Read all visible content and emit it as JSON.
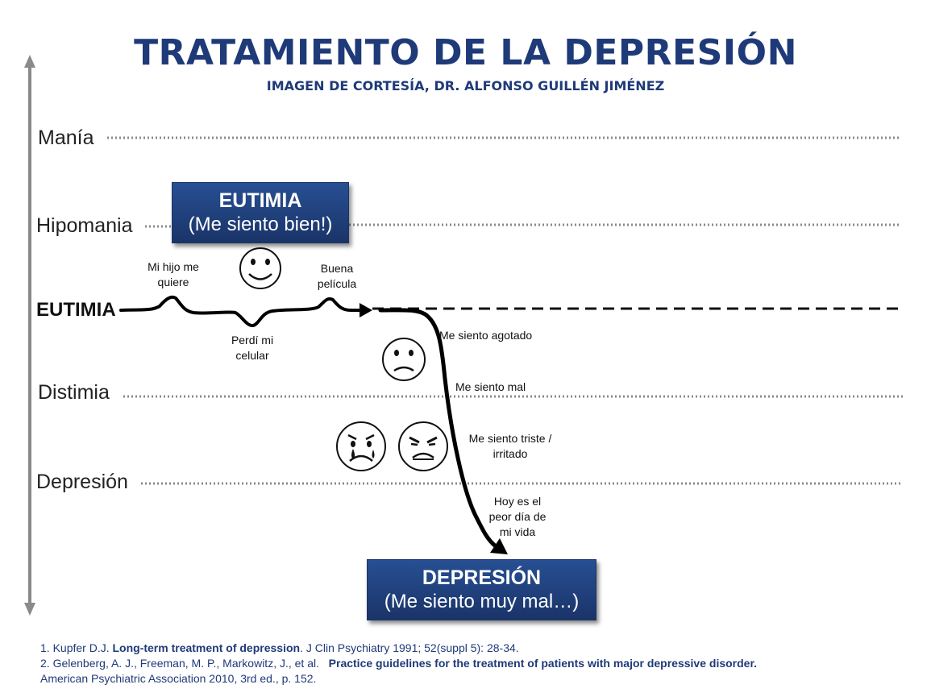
{
  "header": {
    "title": "TRATAMIENTO DE LA DEPRESIÓN",
    "subtitle": "IMAGEN DE CORTESÍA, DR. ALFONSO GUILLÉN JIMÉNEZ"
  },
  "levels": {
    "mania": "Manía",
    "hipomania": "Hipomania",
    "eutimia": "EUTIMIA",
    "distimia": "Distimia",
    "depresion": "Depresión"
  },
  "boxes": {
    "eutimia": {
      "title": "EUTIMIA",
      "caption": "(Me siento bien!)"
    },
    "depresion": {
      "title": "DEPRESIÓN",
      "caption": "(Me siento muy mal…)"
    }
  },
  "annotations": {
    "hijo_1": "Mi hijo me",
    "hijo_2": "quiere",
    "pelicula_1": "Buena",
    "pelicula_2": "película",
    "celular_1": "Perdí mi",
    "celular_2": "celular",
    "agotado": "Me siento agotado",
    "mal": "Me siento mal",
    "triste_1": "Me siento triste /",
    "triste_2": "irritado",
    "peor_1": "Hoy es el",
    "peor_2": "peor día de",
    "peor_3": "mi vida"
  },
  "faces": [
    "happy-face-icon",
    "sad-face-icon",
    "crying-face-icon",
    "angry-face-icon"
  ],
  "references": {
    "ref1_pre": "1. Kupfer D.J. ",
    "ref1_bold": "Long-term treatment of depression",
    "ref1_post": ".  J Clin Psychiatry 1991; 52(suppl 5): 28-34.",
    "ref2_pre": "2. Gelenberg, A. J., Freeman, M. P., Markowitz, J., et al.   ",
    "ref2_bold": "Practice guidelines for the treatment of patients with major depressive disorder.",
    "ref3": "American Psychiatric Association  2010, 3rd ed., p. 152."
  },
  "colors": {
    "navy": "#1f3a78",
    "box": "#22417f",
    "axis": "#8a8a8a",
    "curve": "#000000"
  }
}
